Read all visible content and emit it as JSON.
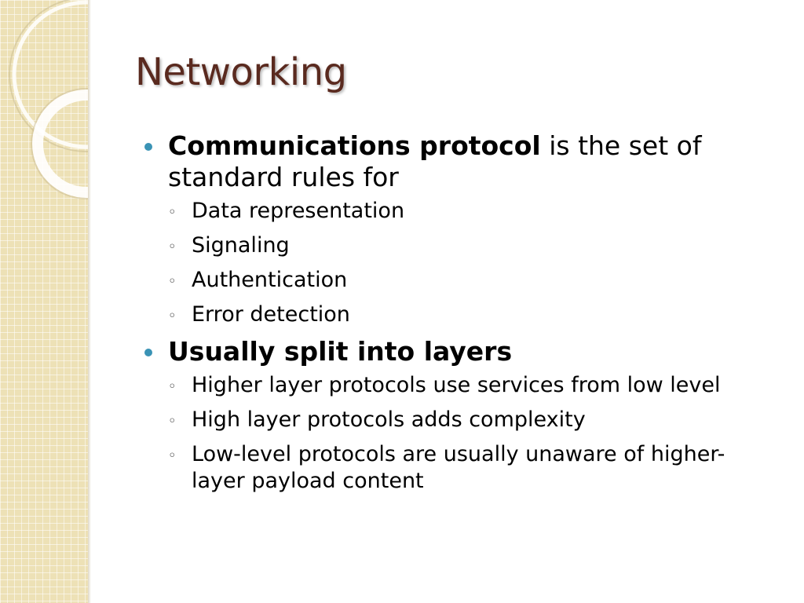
{
  "slide": {
    "title": "Networking",
    "bullets": [
      {
        "bold": "Communications protocol",
        "rest": " is the set of standard rules for",
        "sub": [
          "Data representation",
          "Signaling",
          "Authentication",
          "Error detection"
        ]
      },
      {
        "bold": "Usually split into layers",
        "rest": "",
        "sub": [
          "Higher layer protocols use services from low level",
          "High layer protocols adds complexity",
          "Low-level protocols are usually unaware of higher-layer payload content"
        ]
      }
    ]
  },
  "theme": {
    "title_color": "#5a2a1f",
    "bullet_color": "#3a93b5",
    "band_color": "#ede1b6"
  },
  "icons": {
    "level1_bullet": "filled-circle-bullet",
    "level2_bullet": "hollow-circle-bullet"
  }
}
